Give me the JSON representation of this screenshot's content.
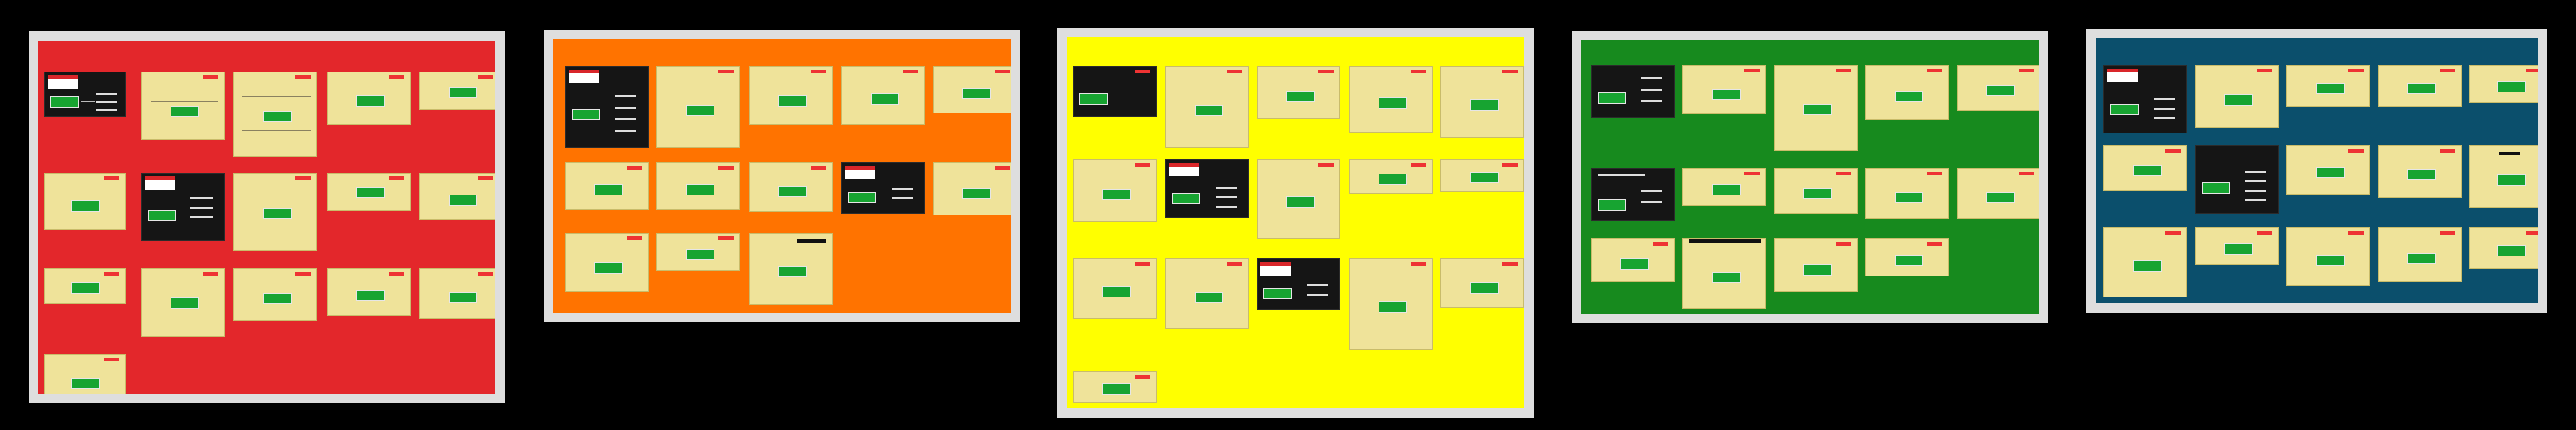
{
  "boards": [
    {
      "id": "red",
      "title": "",
      "bg": "#e3272b"
    },
    {
      "id": "orange",
      "title": "",
      "bg": "#ff7300"
    },
    {
      "id": "yellow",
      "title": "",
      "bg": "#ffff00"
    },
    {
      "id": "green",
      "title": "",
      "bg": "#178a1e"
    },
    {
      "id": "blue",
      "title": "",
      "bg": "#0b4f6c"
    }
  ]
}
